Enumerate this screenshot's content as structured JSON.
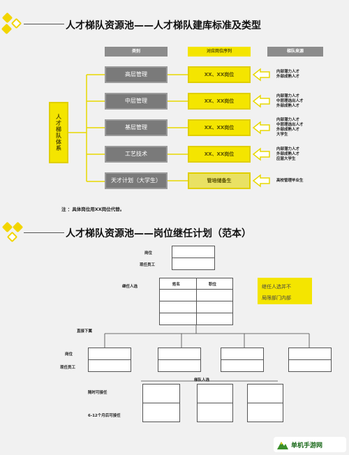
{
  "section1": {
    "title": "人才梯队资源池——人才梯队建库标准及类型",
    "headers": [
      "类别",
      "对应岗位序列",
      "梯队来源"
    ],
    "vertical_label": "人才梯队体系",
    "rows": [
      {
        "category": "高层管理",
        "position": "XX、XX岗位",
        "sources": [
          "内部潜力人才",
          "外部成熟人才"
        ]
      },
      {
        "category": "中层管理",
        "position": "XX、XX岗位",
        "sources": [
          "内部潜力人才",
          "中层理选出人才",
          "外部成熟人才"
        ]
      },
      {
        "category": "基层管理",
        "position": "XX、XX岗位",
        "sources": [
          "内部潜力人才",
          "中层理选出人才",
          "外部成熟人才",
          "大学生"
        ]
      },
      {
        "category": "工艺技术",
        "position": "XX、XX岗位",
        "sources": [
          "内部潜力人才",
          "外部成熟人才",
          "应届大学生"
        ]
      },
      {
        "category": "天才计划（大学生）",
        "position": "管培储备生",
        "sources": [
          "高校管理毕业生"
        ]
      }
    ],
    "footnote": "注 ：具体岗位用XX岗位代替。"
  },
  "section2": {
    "title": "人才梯队资源池——岗位继任计划（范本）",
    "labels": {
      "position": "岗位",
      "current_employee": "现任员工",
      "successor": "继任人选",
      "name_col": "姓名",
      "post_col": "职位",
      "direct_reports": "直接下属",
      "position2": "岗位",
      "current_employee2": "现任员工",
      "echelon_candidates": "梯队人选",
      "ready_now": "随时可接任",
      "ready_6_12": "6-12个月后可接任"
    },
    "note": [
      "继任人选并不",
      "局限部门内部"
    ]
  },
  "watermark": "单机手游网",
  "colors": {
    "yellow": "#f4e500",
    "gray": "#7a7a7a",
    "hex_yellow": "#f2d500"
  }
}
